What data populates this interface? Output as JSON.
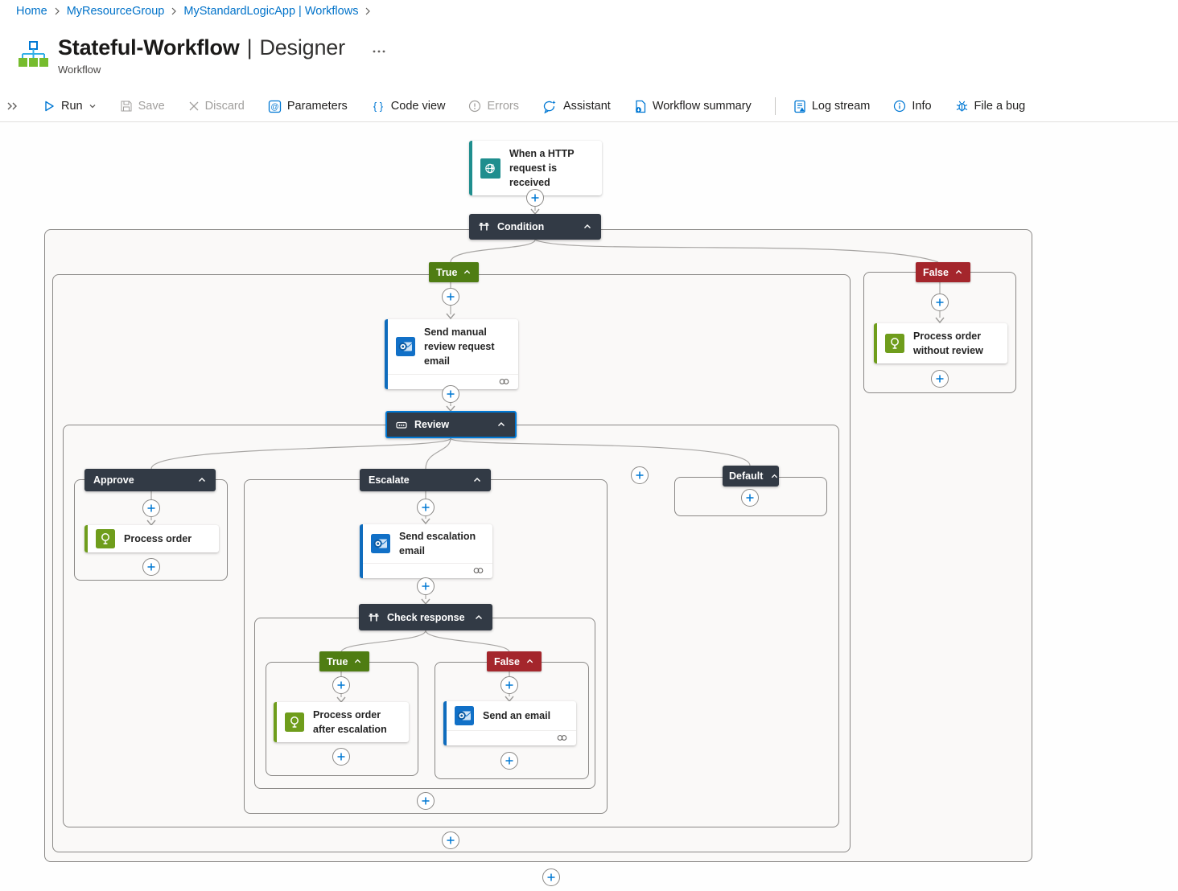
{
  "breadcrumb": {
    "items": [
      {
        "label": "Home"
      },
      {
        "label": "MyResourceGroup"
      },
      {
        "label": "MyStandardLogicApp | Workflows"
      }
    ]
  },
  "header": {
    "title": "Stateful-Workflow",
    "divider": "|",
    "view": "Designer",
    "subtitle": "Workflow"
  },
  "toolbar": {
    "run": "Run",
    "save": "Save",
    "discard": "Discard",
    "parameters": "Parameters",
    "code_view": "Code view",
    "errors": "Errors",
    "assistant": "Assistant",
    "workflow_summary": "Workflow summary",
    "log_stream": "Log stream",
    "info": "Info",
    "file_a_bug": "File a bug"
  },
  "workflow": {
    "trigger": {
      "label": "When a HTTP request is received"
    },
    "condition": {
      "label": "Condition"
    },
    "branch_true": {
      "label": "True"
    },
    "branch_false": {
      "label": "False"
    },
    "send_manual_review": {
      "label": "Send manual review request email"
    },
    "review": {
      "label": "Review"
    },
    "case_approve": {
      "label": "Approve"
    },
    "case_escalate": {
      "label": "Escalate"
    },
    "case_default": {
      "label": "Default"
    },
    "process_order": {
      "label": "Process order"
    },
    "send_escalation": {
      "label": "Send escalation email"
    },
    "check_response": {
      "label": "Check response"
    },
    "check_true": {
      "label": "True"
    },
    "check_false": {
      "label": "False"
    },
    "process_after_escalation": {
      "label": "Process order after escalation"
    },
    "send_an_email": {
      "label": "Send an email"
    },
    "process_without_review": {
      "label": "Process order without review"
    }
  },
  "colors": {
    "accent_blue": "#0078d4",
    "true_badge_green": "#4f7d13",
    "false_badge_red": "#a4262c",
    "scope_header_dark": "#323a45",
    "trigger_teal": "#1f8e8e",
    "outlook_blue": "#1170c7",
    "process_green": "#6f9d1c"
  }
}
